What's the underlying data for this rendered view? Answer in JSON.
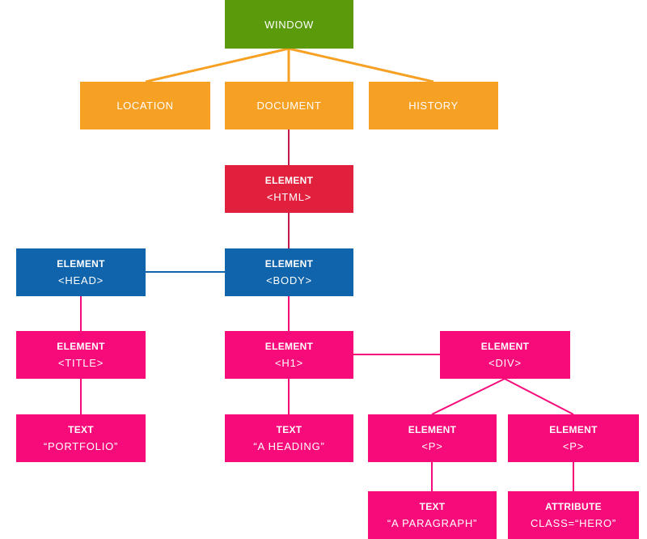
{
  "colors": {
    "window": "#5a9a0b",
    "bom": "#f6a024",
    "html": "#e0203c",
    "head_body": "#0f64ab",
    "node": "#f70a7a",
    "line_window": "#f6a024",
    "line_html": "#c51848",
    "line_head_body": "#0f64ab",
    "line_node": "#f70a7a"
  },
  "nodes": {
    "window": {
      "label": "WINDOW"
    },
    "location": {
      "label": "LOCATION"
    },
    "document": {
      "label": "DOCUMENT"
    },
    "history": {
      "label": "HISTORY"
    },
    "html": {
      "type": "ELEMENT",
      "value": "<HTML>"
    },
    "head": {
      "type": "ELEMENT",
      "value": "<HEAD>"
    },
    "body": {
      "type": "ELEMENT",
      "value": "<BODY>"
    },
    "title": {
      "type": "ELEMENT",
      "value": "<TITLE>"
    },
    "h1": {
      "type": "ELEMENT",
      "value": "<H1>"
    },
    "div": {
      "type": "ELEMENT",
      "value": "<DIV>"
    },
    "text_portfolio": {
      "type": "TEXT",
      "value": "“PORTFOLIO”"
    },
    "text_heading": {
      "type": "TEXT",
      "value": "“A HEADING”"
    },
    "p1": {
      "type": "ELEMENT",
      "value": "<P>"
    },
    "p2": {
      "type": "ELEMENT",
      "value": "<P>"
    },
    "text_paragraph": {
      "type": "TEXT",
      "value": "“A PARAGRAPH”"
    },
    "attr_class": {
      "type": "ATTRIBUTE",
      "value": "CLASS=“HERO”"
    }
  }
}
